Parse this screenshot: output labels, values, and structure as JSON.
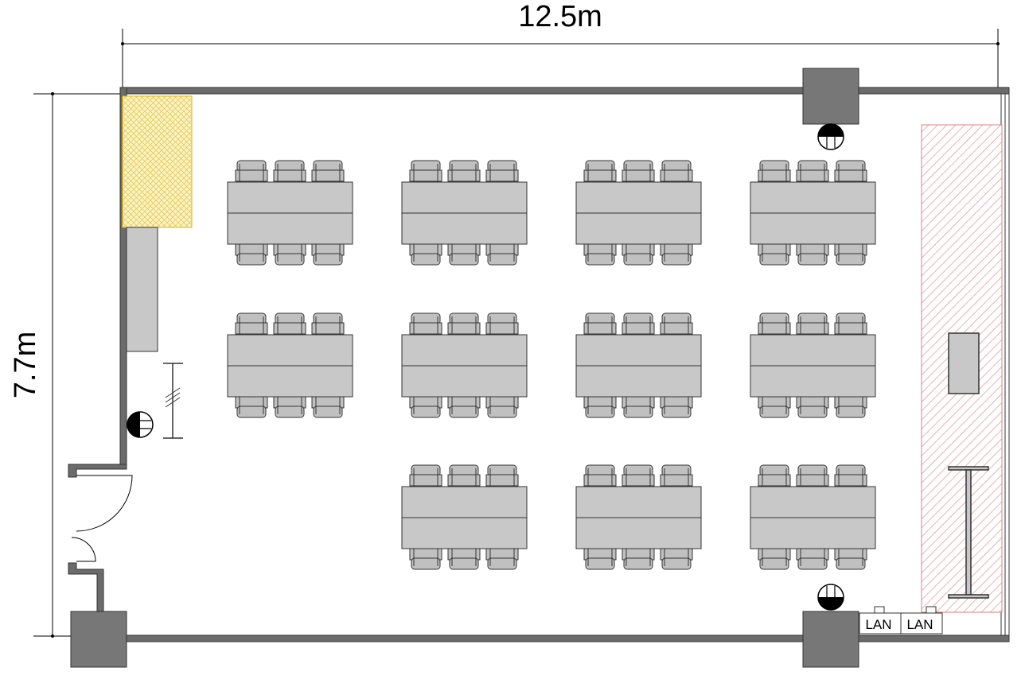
{
  "dimensions": {
    "width_label": "12.5m",
    "height_label": "7.7m"
  },
  "seating": {
    "layout_rows": [
      4,
      4,
      3
    ],
    "chairs_per_side": 3,
    "table_count": 11
  },
  "outlets": {
    "lan_labels": [
      "LAN",
      "LAN"
    ]
  },
  "colors": {
    "wall": "#6b6b6b",
    "pillar": "#777777",
    "table": "#c8c8c8",
    "chair": "#c0c0c0",
    "screen_area": "#f5e27a",
    "stage_hatch": "#d98080",
    "counter": "#c8c8c8"
  },
  "icons": {
    "light_fixture": "ceiling-light-icon",
    "door": "door-swing-icon",
    "stand": "lectern-stand-icon"
  }
}
